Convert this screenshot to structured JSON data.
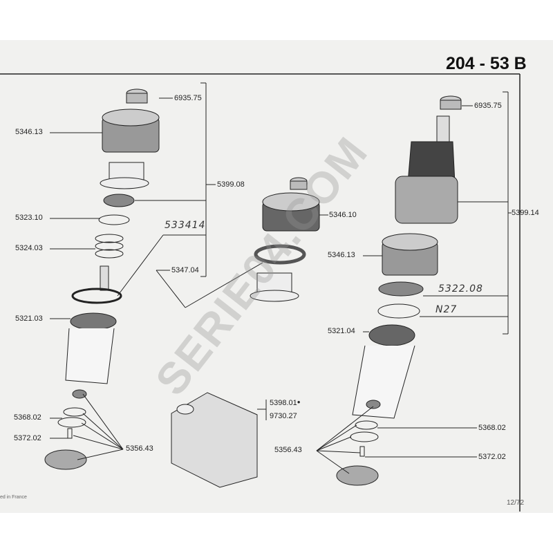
{
  "header": {
    "title": "204 - 53 B"
  },
  "left_group": {
    "top_nut": "6935.75",
    "upper_mount": "5346.13",
    "kit": "5399.08",
    "ring": "5323.10",
    "spring": "5324.03",
    "handwritten_ref": "533414",
    "bearing_kit": "5347.04",
    "seal": "5321.03",
    "washer": "5368.02",
    "screw": "5372.02",
    "lower_kit": "5356.43"
  },
  "middle_group": {
    "mount": "5346.10",
    "fluid_can_ref1": "5398.01",
    "fluid_can_ref2": "9730.27"
  },
  "right_group": {
    "top_nut": "6935.75",
    "kit": "5399.14",
    "upper_mount": "5346.13",
    "handwritten_ref": "5322.08",
    "handwritten_note": "N27",
    "seal": "5321.04",
    "washer": "5368.02",
    "screw": "5372.02",
    "lower_kit": "5356.43"
  },
  "footer": {
    "printed": "ed in France",
    "date": "12/72"
  },
  "watermark": "SERIE04.COM"
}
